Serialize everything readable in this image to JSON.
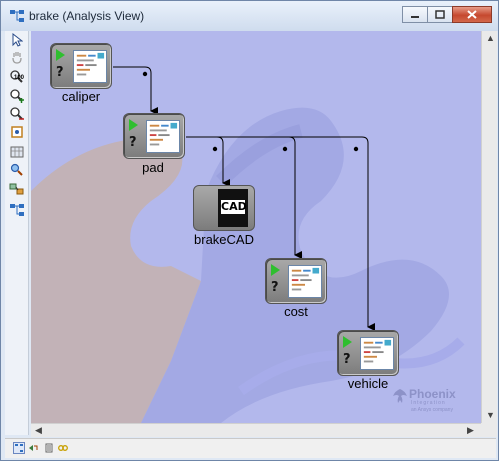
{
  "window": {
    "title": "brake (Analysis View)",
    "accent": "#b3b8ec"
  },
  "toolbar": {
    "tools": [
      "select-arrow-icon",
      "pan-hand-icon",
      "zoom-100-icon",
      "zoom-in-icon",
      "zoom-out-icon",
      "zoom-fit-icon",
      "grid-icon",
      "search-icon",
      "link-icon",
      "tree-view-icon"
    ],
    "zoom_label": "100"
  },
  "nodes": [
    {
      "id": "caliper",
      "label": "caliper",
      "type": "script"
    },
    {
      "id": "pad",
      "label": "pad",
      "type": "script"
    },
    {
      "id": "brakeCAD",
      "label": "brakeCAD",
      "type": "cad",
      "badge": "CAD"
    },
    {
      "id": "cost",
      "label": "cost",
      "type": "script"
    },
    {
      "id": "vehicle",
      "label": "vehicle",
      "type": "script"
    }
  ],
  "links": [
    {
      "from": "caliper",
      "to": "pad"
    },
    {
      "from": "pad",
      "to": "brakeCAD"
    },
    {
      "from": "pad",
      "to": "cost"
    },
    {
      "from": "pad",
      "to": "vehicle"
    }
  ],
  "logo": {
    "name": "Phoenix",
    "tagline": "Integration",
    "subline": "an Ansys company"
  }
}
